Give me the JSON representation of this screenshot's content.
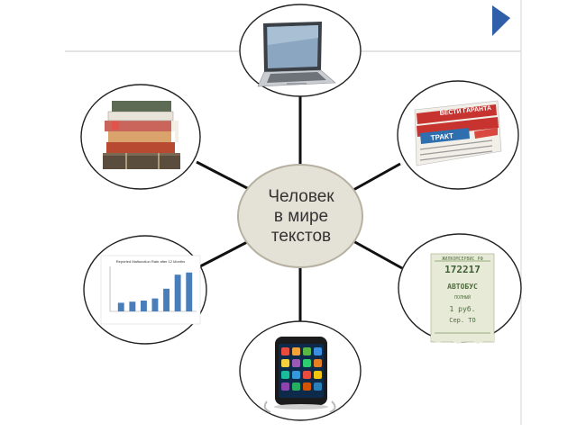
{
  "center": {
    "lines": [
      "Человек",
      "в мире",
      "текстов"
    ]
  },
  "nodes": [
    {
      "id": "laptop",
      "icon": "laptop-icon"
    },
    {
      "id": "newspapers",
      "icon": "newspaper-icon",
      "texts": [
        "ВЕСТИ ГАРАНТА",
        "ТРАКТ"
      ]
    },
    {
      "id": "ticket",
      "icon": "bus-ticket-icon",
      "texts": [
        "ЖИЛКОМСЕРВИС РФ",
        "172217",
        "АВТОБУС",
        "ПОЛНЫЙ",
        "1 руб.",
        "Сер. ТО"
      ]
    },
    {
      "id": "ipod",
      "icon": "media-player-icon"
    },
    {
      "id": "chart",
      "icon": "bar-chart-icon",
      "title": "Reported Malfunction Rate after 12 Months"
    },
    {
      "id": "books",
      "icon": "book-stack-icon"
    }
  ],
  "chart_data": {
    "type": "bar",
    "title": "Reported Malfunction Rate after 12 Months",
    "values": [
      8,
      9,
      10,
      12,
      21,
      34,
      36
    ],
    "ylim": [
      0,
      40
    ],
    "color": "#4a7ebb"
  },
  "colors": {
    "circle_border": "#222222",
    "center_fill": "#e4e1d6",
    "center_border": "#b7b1a2",
    "accent_triangle": "#2f5fa8"
  }
}
